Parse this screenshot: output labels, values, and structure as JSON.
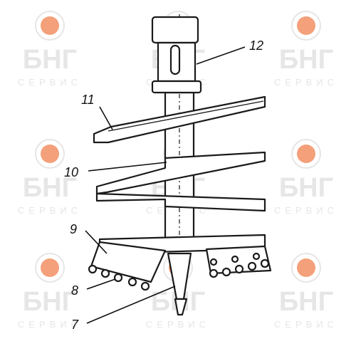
{
  "diagram": {
    "callouts": [
      {
        "id": "12",
        "text": "12"
      },
      {
        "id": "11",
        "text": "11"
      },
      {
        "id": "10",
        "text": "10"
      },
      {
        "id": "9",
        "text": "9"
      },
      {
        "id": "8",
        "text": "8"
      },
      {
        "id": "7",
        "text": "7"
      }
    ]
  },
  "watermark": {
    "brand": "БНГ",
    "subtitle": "СЕРВИС",
    "accent_color": "#f4a07a",
    "text_color": "#e6e6e6"
  },
  "colors": {
    "ink": "#1a1a1a",
    "background": "#ffffff"
  }
}
